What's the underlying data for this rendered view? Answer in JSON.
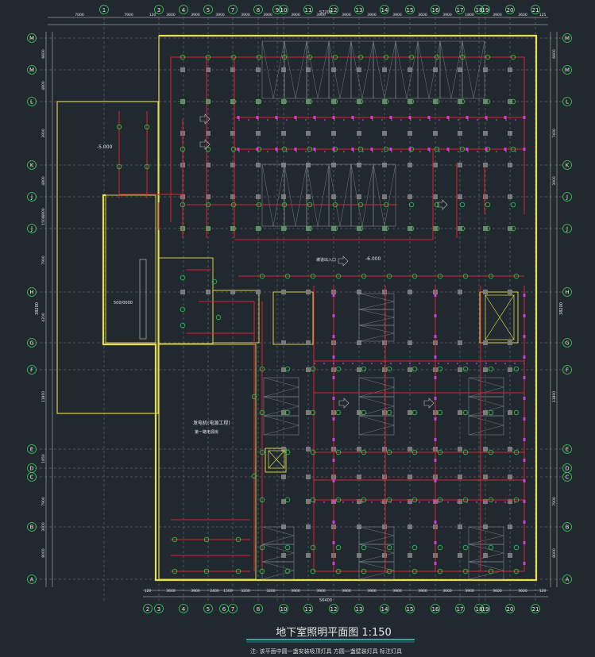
{
  "drawing": {
    "title": "地下室照明平面图 1:150",
    "note": "注: 该平面中圆一盏安装吸顶灯具 方圆一盏壁装灯具 标注灯具",
    "colors": {
      "background": "#212830",
      "wall": "#e8e04a",
      "circuit": "#e0202a",
      "lamp": "#22c040",
      "fixture": "#d040d0",
      "grid": "#cfcfcf",
      "column": "#7a7a7a"
    }
  },
  "axes": {
    "top_numbers": [
      "1",
      "3",
      "4",
      "5",
      "7",
      "8",
      "9",
      "10",
      "11",
      "12",
      "13",
      "14",
      "15",
      "16",
      "17",
      "18",
      "19",
      "20",
      "21"
    ],
    "bottom_numbers": [
      "2",
      "3",
      "4",
      "5",
      "6",
      "7",
      "8",
      "10",
      "11",
      "12",
      "13",
      "14",
      "15",
      "16",
      "17",
      "18",
      "19",
      "20",
      "21"
    ],
    "letters": [
      "M",
      "M",
      "L",
      "K",
      "J",
      "J",
      "H",
      "G",
      "F",
      "E",
      "D",
      "C",
      "B",
      "A"
    ],
    "top_dims": [
      "7000",
      "7900",
      "120",
      "3600",
      "3900",
      "3900",
      "3900",
      "3900",
      "3900",
      "3900",
      "3900",
      "3900",
      "3900",
      "3600",
      "3900",
      "1800",
      "3900",
      "3600",
      "125"
    ],
    "top_total": "57200",
    "bottom_dims": [
      "120",
      "3600",
      "3900",
      "2400",
      "1500",
      "3200",
      "3200",
      "3900",
      "3900",
      "3900",
      "3900",
      "3900",
      "3900",
      "3600",
      "3900",
      "3600",
      "3600",
      "120"
    ],
    "bottom_total": "56400",
    "left_dims": [
      "6600",
      "4800",
      "3900",
      "4800",
      "4800",
      "1500",
      "7900",
      "4200",
      "11800",
      "1850",
      "7900",
      "3000",
      "8000"
    ],
    "right_dims": [
      "6600",
      "7400",
      "3900",
      "11800",
      "7900",
      "8000"
    ],
    "left_total": "38200",
    "right_total": "38200"
  },
  "labels": {
    "elev_left": "-5.000",
    "elev_mid": "-6.000",
    "room_generator": "发电机(电源工程)",
    "room_generator_sub": "第一路电源房",
    "room_left": "500/0000",
    "ramp": "坡道出入口"
  }
}
